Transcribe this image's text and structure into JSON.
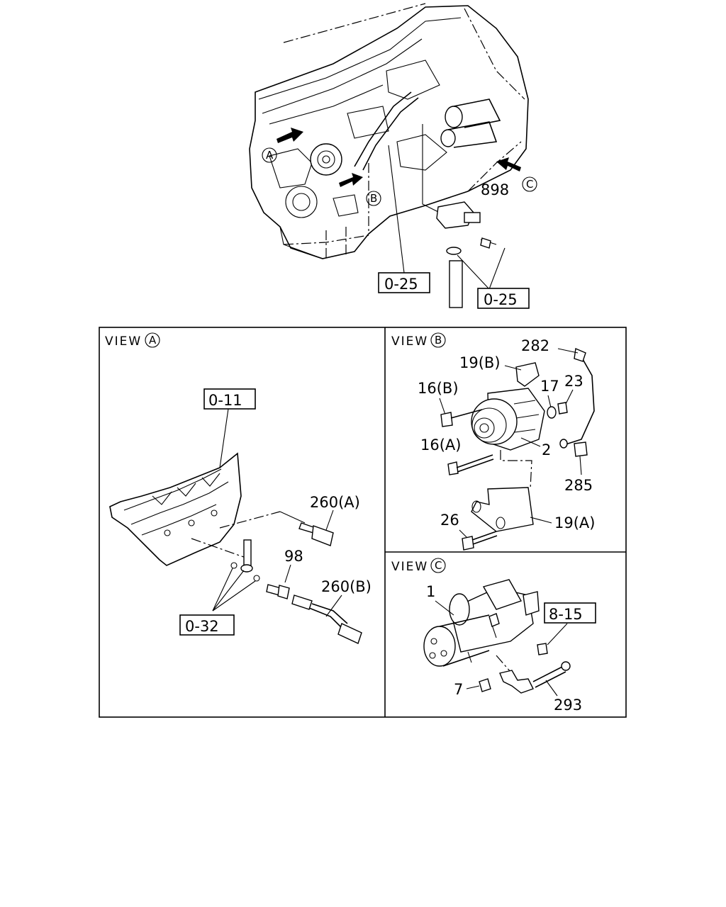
{
  "overview": {
    "view_markers": [
      "A",
      "B",
      "C"
    ],
    "part_labels": {
      "sensor": "898"
    },
    "ref_boxes": [
      "0-25",
      "0-25"
    ]
  },
  "view_a": {
    "title": "VIEW",
    "marker": "A",
    "ref_boxes": [
      "0-11",
      "0-32"
    ],
    "part_labels": [
      "260(A)",
      "98",
      "260(B)"
    ]
  },
  "view_b": {
    "title": "VIEW",
    "marker": "B",
    "part_labels": [
      "282",
      "19(B)",
      "16(B)",
      "17",
      "23",
      "16(A)",
      "2",
      "285",
      "26",
      "19(A)"
    ]
  },
  "view_c": {
    "title": "VIEW",
    "marker": "C",
    "ref_boxes": [
      "8-15"
    ],
    "part_labels": [
      "1",
      "7",
      "293"
    ]
  }
}
